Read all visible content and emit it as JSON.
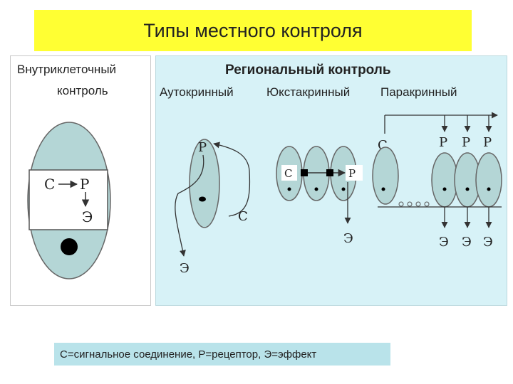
{
  "title": "Типы местного контроля",
  "intracellular": {
    "heading_line1": "Внутриклеточный",
    "heading_line2": "контроль",
    "signal": "С",
    "receptor": "Р",
    "effect": "Э"
  },
  "regional": {
    "heading": "Региональный контроль",
    "autocrine": {
      "label": "Аутокринный",
      "receptor": "Р",
      "signal": "С",
      "effect": "Э"
    },
    "juxtacrine": {
      "label": "Юкстакринный",
      "signal": "С",
      "receptor": "Р",
      "effect": "Э"
    },
    "paracrine": {
      "label": "Паракринный",
      "signal": "С",
      "receptors": [
        "Р",
        "Р",
        "Р"
      ],
      "effects": [
        "Э",
        "Э",
        "Э"
      ]
    }
  },
  "legend": "С=сигнальное соединение, Р=рецептор, Э=эффект",
  "colors": {
    "title_bg": "#ffff33",
    "panel_bg": "#d7f2f7",
    "cell_fill": "#b4d6d6",
    "legend_bg": "#b9e3ea"
  }
}
